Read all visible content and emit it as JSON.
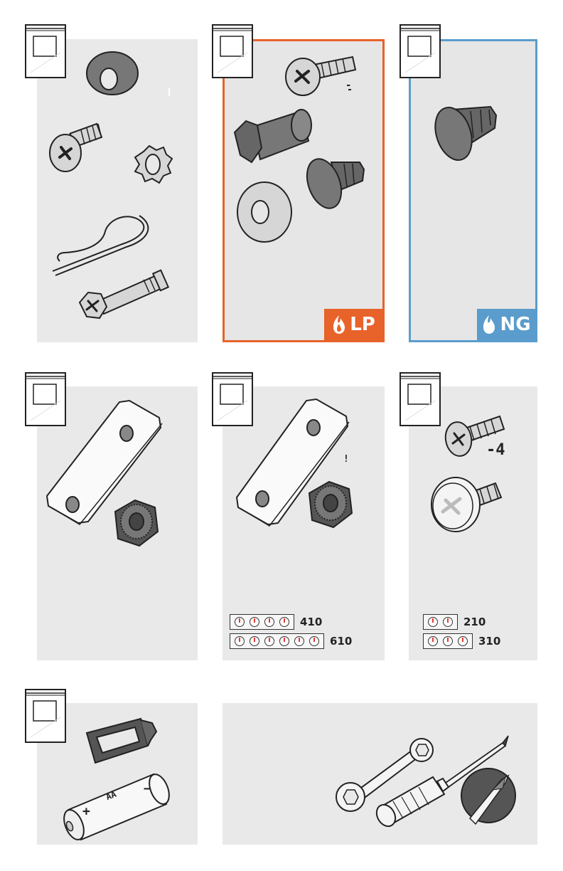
{
  "badges": {
    "lp": "LP",
    "ng": "NG"
  },
  "labels": {
    "screw_count": "-4",
    "dash": "-",
    "bang": "!"
  },
  "legends": [
    {
      "knobs": 4,
      "label": "410"
    },
    {
      "knobs": 6,
      "label": "610"
    },
    {
      "knobs": 2,
      "label": "210"
    },
    {
      "knobs": 3,
      "label": "310"
    }
  ],
  "battery": {
    "plus": "+",
    "minus": "−",
    "mark": "AA"
  },
  "colors": {
    "lp": "#e8632a",
    "ng": "#5a9ccc",
    "panel": "#e9e9e9",
    "knob_pointer": "#e53935"
  }
}
